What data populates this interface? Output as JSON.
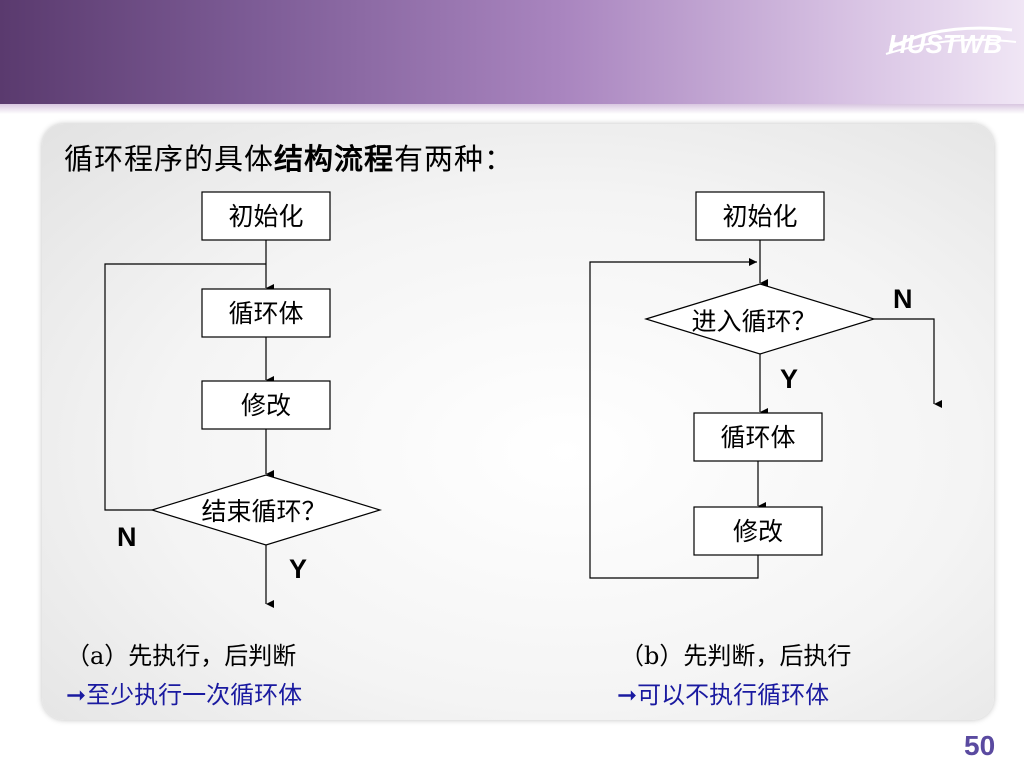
{
  "header": {
    "logo_text": "HUSTWB"
  },
  "title": {
    "prefix": "循环程序的具体",
    "emphasis": "结构流程",
    "suffix": "有两种："
  },
  "diagram_a": {
    "init": "初始化",
    "body": "循环体",
    "modify": "修改",
    "decision": "结束循环？",
    "no_label": "N",
    "yes_label": "Y",
    "caption_1": "（a）先执行，后判断",
    "caption_2": "➞至少执行一次循环体"
  },
  "diagram_b": {
    "init": "初始化",
    "decision": "进入循环？",
    "body": "循环体",
    "modify": "修改",
    "no_label": "N",
    "yes_label": "Y",
    "caption_1": "（b）先判断，后执行",
    "caption_2": "➞可以不执行循环体"
  },
  "footer": {
    "page_number": "50"
  },
  "colors": {
    "header_dark": "#5a3a6e",
    "caption_blue": "#1a1aa0",
    "page_number": "#5a4aa0"
  }
}
